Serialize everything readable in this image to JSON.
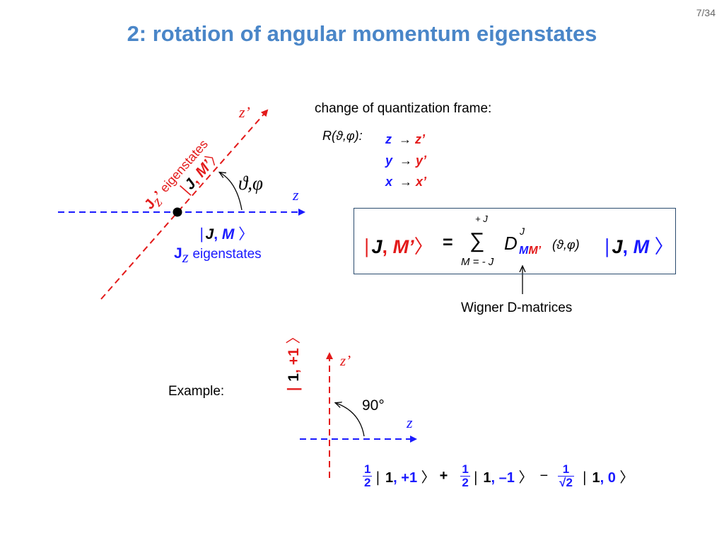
{
  "page": {
    "title": "2: rotation of angular momentum eigenstates",
    "page_number": "7/34"
  },
  "diagram1": {
    "zprime_axis_label": "z’",
    "z_axis_label": "z",
    "angle_label": "ϑ,φ",
    "jz_state": {
      "bra": "∣",
      "j": "J",
      "comma": ",",
      "m": "M",
      "ket": "〉"
    },
    "jz_eigen": {
      "J": "J",
      "z": "z",
      "text": "eigenstates"
    },
    "jzp_state": {
      "bra": "∣",
      "j": "J",
      "comma": ",",
      "m": "M’",
      "ket": "〉"
    },
    "jzp_eigen": {
      "J": "J",
      "z": "z",
      "prime": "’",
      "text": "eigenstates"
    }
  },
  "frame_change": {
    "heading": "change of quantization frame:",
    "rotation": {
      "R": "R",
      "args": "(ϑ,φ):"
    },
    "rows": [
      {
        "from": "z",
        "arrow": "→",
        "to": "z’"
      },
      {
        "from": "y",
        "arrow": "→",
        "to": "y’"
      },
      {
        "from": "x",
        "arrow": "→",
        "to": "x’"
      }
    ]
  },
  "formula": {
    "lhs": {
      "bra": "∣",
      "j": "J",
      "comma": ",",
      "m": "M’",
      "ket": "〉"
    },
    "equals": "=",
    "sum_symbol": "∑",
    "sum_upper": "+ J",
    "sum_lower": "M = - J",
    "D": "D",
    "D_sup": "J",
    "D_sub_M": "M",
    "D_sub_Mp": "M’",
    "D_args": "(ϑ,φ)",
    "rhs": {
      "bra": "∣",
      "j": "J",
      "comma": ",",
      "m": "M",
      "ket": "〉"
    },
    "annotation": "Wigner D-matrices"
  },
  "example": {
    "label": "Example:",
    "zprime_axis_label": "z’",
    "z_axis_label": "z",
    "angle_label": "90°",
    "state_label": {
      "bra": "∣",
      "j": "1",
      "comma": ",",
      "m": "+1",
      "ket": "〉"
    },
    "expansion": {
      "t1": {
        "num": "1",
        "den": "2",
        "bra": "∣",
        "j": "1",
        "comma": ",",
        "m": "+1",
        "ket": "〉"
      },
      "op1": "+",
      "t2": {
        "num": "1",
        "den": "2",
        "bra": "∣",
        "j": "1",
        "comma": ",",
        "m": "–1",
        "ket": "〉"
      },
      "op2": "−",
      "t3": {
        "num": "1",
        "den": "√2",
        "bra": "∣",
        "j": "1",
        "comma": ",",
        "m": "0",
        "ket": "〉"
      }
    }
  },
  "colors": {
    "title": "#4a86c8",
    "blue": "#1a1aff",
    "red": "#e31a1a",
    "box_border": "#2a4b6e"
  }
}
